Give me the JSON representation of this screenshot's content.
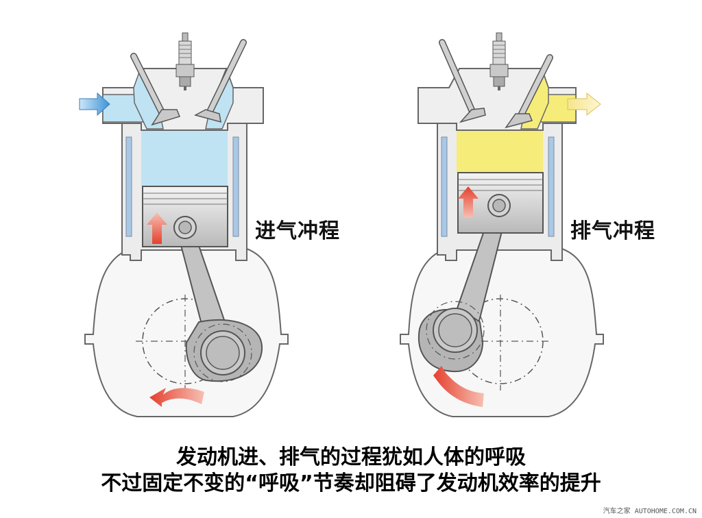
{
  "diagram": {
    "intake_label": "进气冲程",
    "exhaust_label": "排气冲程",
    "caption_line1": "发动机进、排气的过程犹如人体的呼吸",
    "caption_line2": "不过固定不变的“呼吸”节奏却阻碍了发动机效率的提升",
    "watermark": "汽车之家 AUTOHOME.COM.CN"
  },
  "colors": {
    "intake_charge": "#bfe3f3",
    "exhaust_charge": "#f5ec7a",
    "metal": "#c8c8c8",
    "metal_dark": "#8a8a8a",
    "flow_arrow_in": "#5aa9e0",
    "flow_arrow_out": "#f0e08a",
    "motion_arrow": "#e0503a"
  }
}
